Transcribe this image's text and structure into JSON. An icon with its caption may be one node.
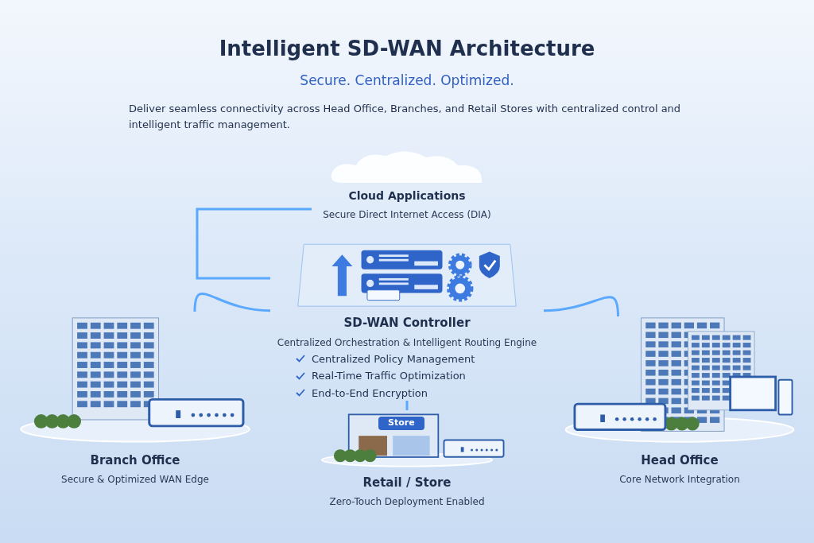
{
  "diagram": {
    "title": "Intelligent SD-WAN Architecture",
    "caption": "Secure. Centralized. Optimized.",
    "nodes": [
      {
        "text": [
          "Cloud Applications",
          "Secure Direct Internet Access (DIA)"
        ]
      },
      {
        "text": [
          "SD-WAN Controller",
          "Centralized Orchestration & Intelligent Routing Engine",
          "Centralized Policy Management",
          "Real-Time Traffic Optimization",
          "End-to-End Encryption"
        ]
      },
      {
        "text": [
          "Branch Office",
          "Secure & Optimized WAN Edge"
        ]
      },
      {
        "text": [
          "Retail / Store",
          "Zero-Touch Deployment Enabled"
        ]
      },
      {
        "text": [
          "Head Office",
          "Core Network Integration"
        ]
      }
    ],
    "edges": [
      {
        "from": 0,
        "to": 1,
        "arrow": "none"
      },
      {
        "from": 1,
        "to": 2,
        "arrow": "none"
      },
      {
        "from": 1,
        "to": 4,
        "arrow": "none"
      },
      {
        "from": 1,
        "to": 3,
        "arrow": "none"
      }
    ],
    "labels": [
      "Deliver seamless connectivity across Head Office, Branches, and Retail Stores with centralized control and intelligent traffic management.",
      "Store"
    ]
  }
}
